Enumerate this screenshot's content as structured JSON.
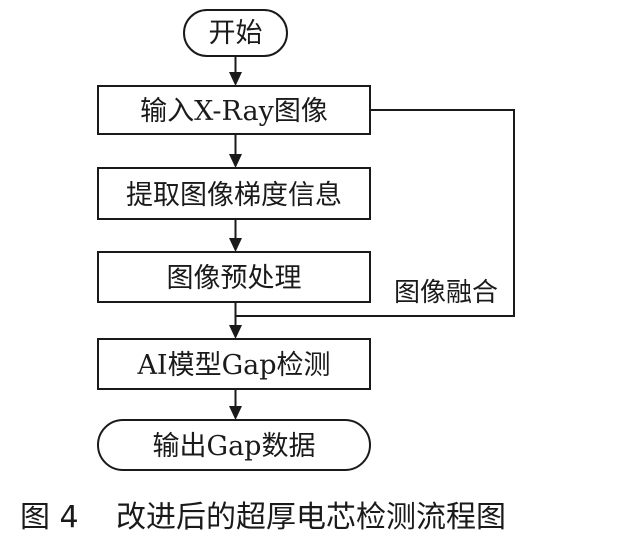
{
  "nodes": {
    "start": "开始",
    "input_xray": "输入X-Ray图像",
    "extract_gradient": "提取图像梯度信息",
    "preprocess": "图像预处理",
    "ai_detect": "AI模型Gap检测",
    "output": "输出Gap数据"
  },
  "edge_labels": {
    "fusion": "图像融合"
  },
  "caption": {
    "figure_number": "图 4",
    "title": "改进后的超厚电芯检测流程图"
  },
  "colors": {
    "stroke": "#1a1a1a",
    "text": "#1a1a1a",
    "background": "#ffffff"
  }
}
